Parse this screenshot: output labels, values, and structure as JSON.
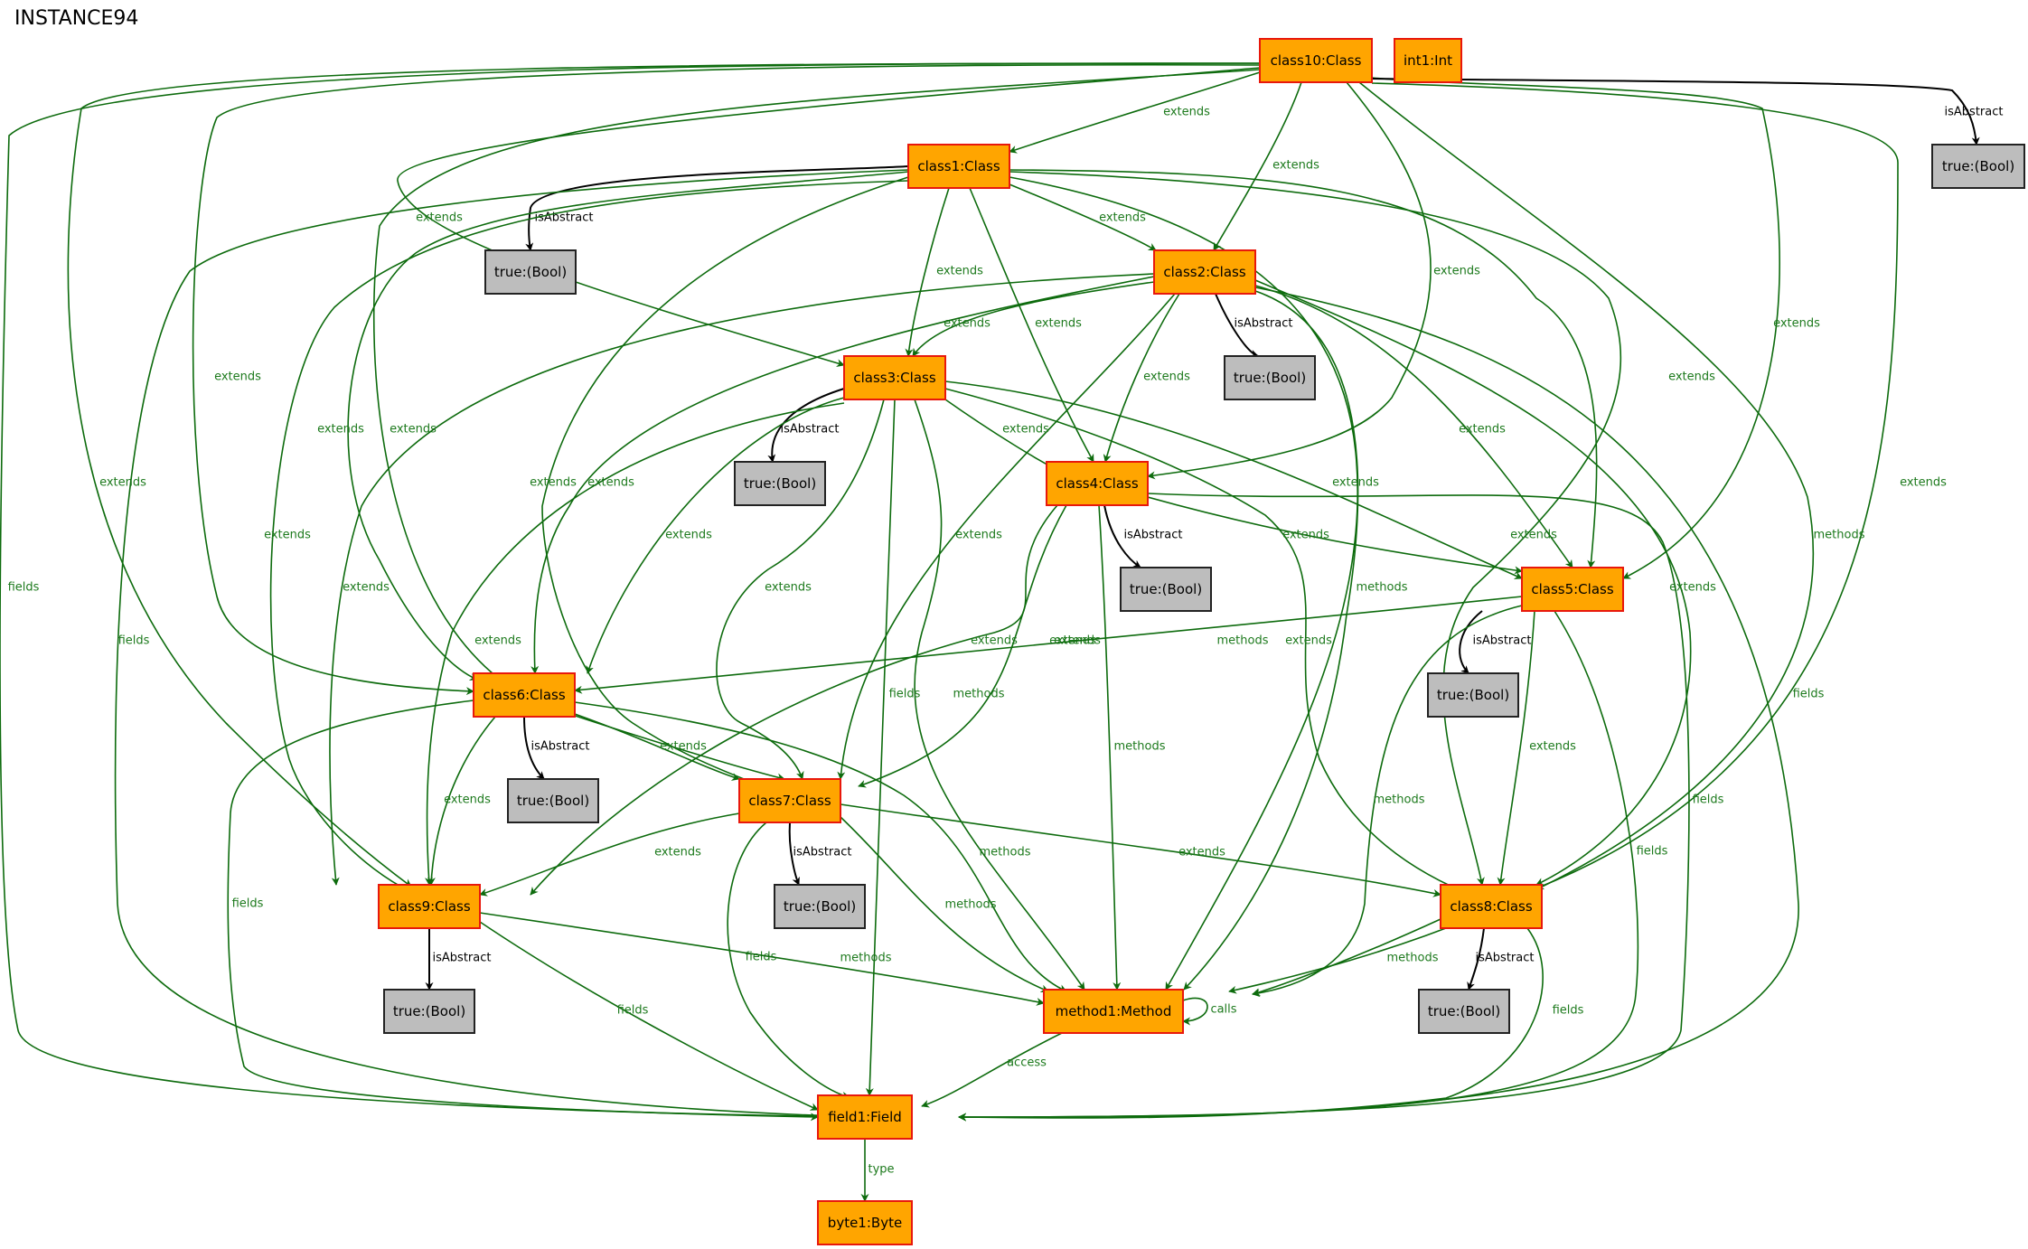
{
  "title": "INSTANCE94",
  "colors": {
    "node_fill": "#ffa500",
    "node_border": "#e8180c",
    "bool_fill": "#bdbdbd",
    "edge_green": "#0d6b0d",
    "edge_black": "#000000"
  },
  "nodes": [
    {
      "id": "class10",
      "label": "class10:Class",
      "kind": "orange"
    },
    {
      "id": "int1",
      "label": "int1:Int",
      "kind": "orange"
    },
    {
      "id": "bool10",
      "label": "true:(Bool)",
      "kind": "gray"
    },
    {
      "id": "class1",
      "label": "class1:Class",
      "kind": "orange"
    },
    {
      "id": "bool1",
      "label": "true:(Bool)",
      "kind": "gray"
    },
    {
      "id": "class2",
      "label": "class2:Class",
      "kind": "orange"
    },
    {
      "id": "bool2",
      "label": "true:(Bool)",
      "kind": "gray"
    },
    {
      "id": "class3",
      "label": "class3:Class",
      "kind": "orange"
    },
    {
      "id": "bool3",
      "label": "true:(Bool)",
      "kind": "gray"
    },
    {
      "id": "class4",
      "label": "class4:Class",
      "kind": "orange"
    },
    {
      "id": "bool4",
      "label": "true:(Bool)",
      "kind": "gray"
    },
    {
      "id": "class5",
      "label": "class5:Class",
      "kind": "orange"
    },
    {
      "id": "bool5",
      "label": "true:(Bool)",
      "kind": "gray"
    },
    {
      "id": "class6",
      "label": "class6:Class",
      "kind": "orange"
    },
    {
      "id": "bool6",
      "label": "true:(Bool)",
      "kind": "gray"
    },
    {
      "id": "class7",
      "label": "class7:Class",
      "kind": "orange"
    },
    {
      "id": "bool7",
      "label": "true:(Bool)",
      "kind": "gray"
    },
    {
      "id": "class8",
      "label": "class8:Class",
      "kind": "orange"
    },
    {
      "id": "bool8",
      "label": "true:(Bool)",
      "kind": "gray"
    },
    {
      "id": "class9",
      "label": "class9:Class",
      "kind": "orange"
    },
    {
      "id": "bool9",
      "label": "true:(Bool)",
      "kind": "gray"
    },
    {
      "id": "method1",
      "label": "method1:Method",
      "kind": "orange"
    },
    {
      "id": "field1",
      "label": "field1:Field",
      "kind": "orange"
    },
    {
      "id": "byte1",
      "label": "byte1:Byte",
      "kind": "orange"
    }
  ],
  "edges": [
    {
      "from": "class10",
      "to": "class1",
      "label": "extends"
    },
    {
      "from": "class10",
      "to": "class2",
      "label": "extends"
    },
    {
      "from": "class10",
      "to": "class3",
      "label": "extends"
    },
    {
      "from": "class10",
      "to": "class4",
      "label": "extends"
    },
    {
      "from": "class10",
      "to": "class5",
      "label": "extends"
    },
    {
      "from": "class10",
      "to": "class6",
      "label": "extends"
    },
    {
      "from": "class10",
      "to": "class7",
      "label": "extends"
    },
    {
      "from": "class10",
      "to": "class8",
      "label": "extends"
    },
    {
      "from": "class10",
      "to": "class9",
      "label": "extends"
    },
    {
      "from": "class10",
      "to": "bool10",
      "label": "isAbstract"
    },
    {
      "from": "class10",
      "to": "method1",
      "label": "methods"
    },
    {
      "from": "class10",
      "to": "field1",
      "label": "fields"
    },
    {
      "from": "class1",
      "to": "bool1",
      "label": "isAbstract"
    },
    {
      "from": "class1",
      "to": "class2",
      "label": "extends"
    },
    {
      "from": "class1",
      "to": "class3",
      "label": "extends"
    },
    {
      "from": "class1",
      "to": "class4",
      "label": "extends"
    },
    {
      "from": "class1",
      "to": "class5",
      "label": "extends"
    },
    {
      "from": "class1",
      "to": "class6",
      "label": "extends"
    },
    {
      "from": "class1",
      "to": "class7",
      "label": "extends"
    },
    {
      "from": "class1",
      "to": "class8",
      "label": "extends"
    },
    {
      "from": "class1",
      "to": "class9",
      "label": "extends"
    },
    {
      "from": "class1",
      "to": "method1",
      "label": "methods"
    },
    {
      "from": "class1",
      "to": "field1",
      "label": "fields"
    },
    {
      "from": "class2",
      "to": "bool2",
      "label": "isAbstract"
    },
    {
      "from": "class2",
      "to": "class3",
      "label": "extends"
    },
    {
      "from": "class2",
      "to": "class4",
      "label": "extends"
    },
    {
      "from": "class2",
      "to": "class5",
      "label": "extends"
    },
    {
      "from": "class2",
      "to": "class6",
      "label": "extends"
    },
    {
      "from": "class2",
      "to": "class7",
      "label": "extends"
    },
    {
      "from": "class2",
      "to": "class8",
      "label": "extends"
    },
    {
      "from": "class2",
      "to": "class9",
      "label": "extends"
    },
    {
      "from": "class2",
      "to": "method1",
      "label": "methods"
    },
    {
      "from": "class2",
      "to": "field1",
      "label": "fields"
    },
    {
      "from": "class3",
      "to": "bool3",
      "label": "isAbstract"
    },
    {
      "from": "class3",
      "to": "class4",
      "label": "extends"
    },
    {
      "from": "class3",
      "to": "class5",
      "label": "extends"
    },
    {
      "from": "class3",
      "to": "class6",
      "label": "extends"
    },
    {
      "from": "class3",
      "to": "class7",
      "label": "extends"
    },
    {
      "from": "class3",
      "to": "class8",
      "label": "extends"
    },
    {
      "from": "class3",
      "to": "class9",
      "label": "extends"
    },
    {
      "from": "class3",
      "to": "method1",
      "label": "methods"
    },
    {
      "from": "class3",
      "to": "field1",
      "label": "fields"
    },
    {
      "from": "class4",
      "to": "bool4",
      "label": "isAbstract"
    },
    {
      "from": "class4",
      "to": "class5",
      "label": "extends"
    },
    {
      "from": "class4",
      "to": "class7",
      "label": "extends"
    },
    {
      "from": "class4",
      "to": "class9",
      "label": "extends"
    },
    {
      "from": "class4",
      "to": "method1",
      "label": "methods"
    },
    {
      "from": "class4",
      "to": "field1",
      "label": "fields"
    },
    {
      "from": "class5",
      "to": "bool5",
      "label": "isAbstract"
    },
    {
      "from": "class5",
      "to": "class6",
      "label": "extends"
    },
    {
      "from": "class5",
      "to": "class8",
      "label": "extends"
    },
    {
      "from": "class5",
      "to": "method1",
      "label": "methods"
    },
    {
      "from": "class5",
      "to": "field1",
      "label": "fields"
    },
    {
      "from": "class6",
      "to": "bool6",
      "label": "isAbstract"
    },
    {
      "from": "class6",
      "to": "class7",
      "label": "extends"
    },
    {
      "from": "class6",
      "to": "class9",
      "label": "extends"
    },
    {
      "from": "class6",
      "to": "method1",
      "label": "methods"
    },
    {
      "from": "class6",
      "to": "field1",
      "label": "fields"
    },
    {
      "from": "class7",
      "to": "bool7",
      "label": "isAbstract"
    },
    {
      "from": "class7",
      "to": "class8",
      "label": "extends"
    },
    {
      "from": "class7",
      "to": "class9",
      "label": "extends"
    },
    {
      "from": "class7",
      "to": "method1",
      "label": "methods"
    },
    {
      "from": "class7",
      "to": "field1",
      "label": "fields"
    },
    {
      "from": "class8",
      "to": "bool8",
      "label": "isAbstract"
    },
    {
      "from": "class8",
      "to": "method1",
      "label": "methods"
    },
    {
      "from": "class8",
      "to": "field1",
      "label": "fields"
    },
    {
      "from": "class9",
      "to": "bool9",
      "label": "isAbstract"
    },
    {
      "from": "class9",
      "to": "method1",
      "label": "methods"
    },
    {
      "from": "class9",
      "to": "field1",
      "label": "fields"
    },
    {
      "from": "method1",
      "to": "method1",
      "label": "calls"
    },
    {
      "from": "method1",
      "to": "field1",
      "label": "access"
    },
    {
      "from": "field1",
      "to": "byte1",
      "label": "type"
    }
  ]
}
